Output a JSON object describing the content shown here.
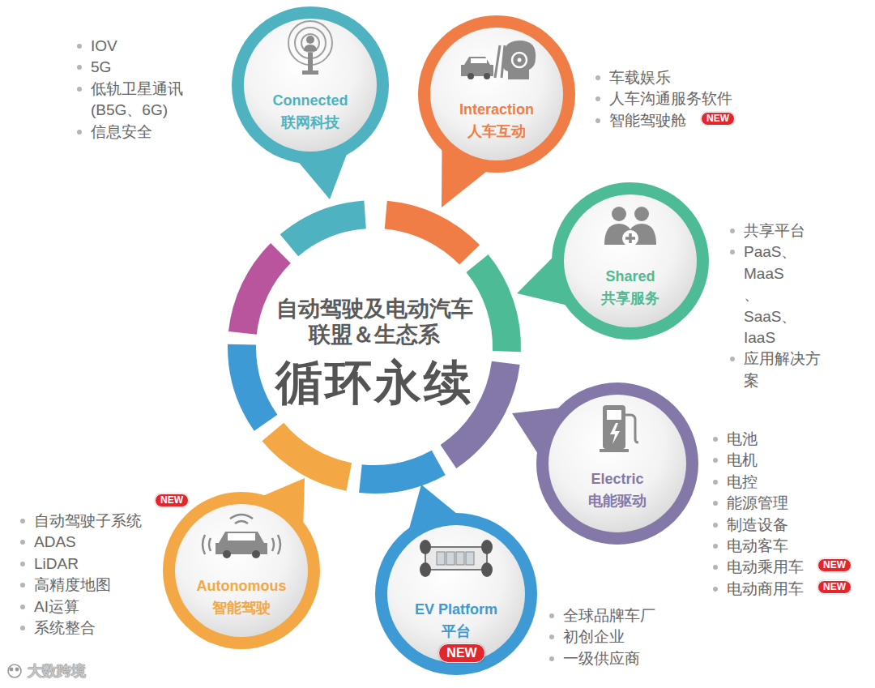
{
  "diagram": {
    "nodes": [
      {
        "text": [
          "自动驾驶及电动汽车 联盟＆生态系",
          "循环永续"
        ]
      },
      {
        "text": [
          "Connected",
          "联网科技"
        ]
      },
      {
        "text": [
          "Interaction",
          "人车互动"
        ]
      },
      {
        "text": [
          "NEW"
        ]
      },
      {
        "text": [
          "Shared",
          "共享服务"
        ]
      },
      {
        "text": [
          "Electric",
          "电能驱动"
        ]
      },
      {
        "text": [
          "NEW"
        ]
      },
      {
        "text": [
          "NEW"
        ]
      },
      {
        "text": [
          "EV Platform",
          "平台"
        ]
      },
      {
        "text": [
          "NEW"
        ],
        "in": 8
      },
      {
        "text": [
          "Autonomous",
          "智能驾驶"
        ]
      },
      {
        "text": [
          "NEW"
        ]
      }
    ],
    "labels": [
      "IOV",
      "5G",
      "低轨卫星通讯 (B5G、6G)",
      "信息安全",
      "车载娱乐",
      "人车沟通服务软件",
      "智能驾驶舱",
      "共享平台",
      "PaaS、MaaS 、SaaS、IaaS",
      "应用解决方 案",
      "电池",
      "电机",
      "电控",
      "能源管理",
      "制造设备",
      "电动客车",
      "电动乘用车",
      "电动商用车",
      "全球品牌车厂",
      "初创企业",
      "一级供应商",
      "自动驾驶子系统",
      "ADAS",
      "LiDAR",
      "高精度地图",
      "AI运算",
      "系统整合",
      "大数跨境"
    ]
  }
}
